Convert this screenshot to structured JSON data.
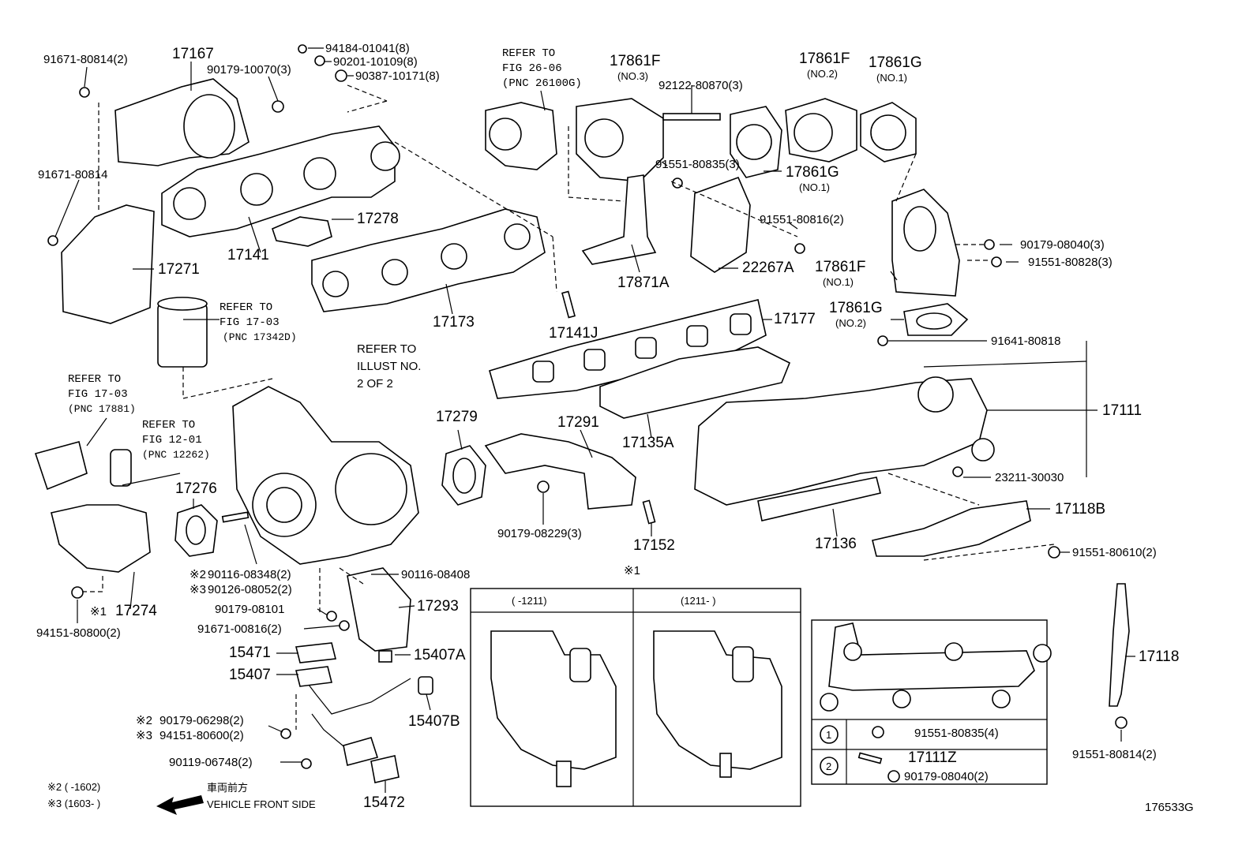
{
  "figure_code": "176533G",
  "part_labels": {
    "p91671_80814_2": "91671-80814(2)",
    "p17167": "17167",
    "p90179_10070_3": "90179-10070(3)",
    "p94184_01041_8": "94184-01041(8)",
    "p90201_10109_8": "90201-10109(8)",
    "p90387_10171_8": "90387-10171(8)",
    "p91671_80814": "91671-80814",
    "p17278": "17278",
    "p17141": "17141",
    "p17271": "17271",
    "p17173": "17173",
    "p17141j": "17141J",
    "p17861f_no3": "17861F",
    "p92122_80870_3": "92122-80870(3)",
    "p17861f_no2": "17861F",
    "p17861g_no1_top": "17861G",
    "p91551_80835_3": "91551-80835(3)",
    "p17861g_no1": "17861G",
    "p91551_80816_2": "91551-80816(2)",
    "p22267a": "22267A",
    "p17871a": "17871A",
    "p90179_08040_3": "90179-08040(3)",
    "p91551_80828_3": "91551-80828(3)",
    "p17861f_no1": "17861F",
    "p17861g_no2": "17861G",
    "p17177": "17177",
    "p91641_80818": "91641-80818",
    "p17111": "17111",
    "p17135a": "17135A",
    "p23211_30030": "23211-30030",
    "p17118b": "17118B",
    "p17136": "17136",
    "p91551_80610_2": "91551-80610(2)",
    "p17279": "17279",
    "p17291": "17291",
    "p90179_08229_3": "90179-08229(3)",
    "p17152": "17152",
    "p17276": "17276",
    "p90116_08348_2": "90116-08348(2)",
    "p90126_08052_2": "90126-08052(2)",
    "p90116_08408": "90116-08408",
    "p90179_08101": "90179-08101",
    "p91671_00816_2": "91671-00816(2)",
    "p17293": "17293",
    "p15471": "15471",
    "p15407a": "15407A",
    "p15407": "15407",
    "p15407b": "15407B",
    "p90179_06298_2": "90179-06298(2)",
    "p94151_80600_2": "94151-80600(2)",
    "p90119_06748_2": "90119-06748(2)",
    "p15472": "15472",
    "p17274": "17274",
    "p94151_80800_2": "94151-80800(2)",
    "p17118": "17118",
    "p91551_80814_2": "91551-80814(2)",
    "p17111z": "17111Z",
    "p91551_80835_4": "91551-80835(4)",
    "p90179_08040_2": "90179-08040(2)"
  },
  "sub_labels": {
    "no3": "(NO.3)",
    "no2": "(NO.2)",
    "no1": "(NO.1)",
    "no1b": "(NO.1)",
    "no1c": "(NO.1)",
    "no2b": "(NO.2)"
  },
  "refer_notes": {
    "fig2606_l1": "REFER TO",
    "fig2606_l2": "FIG 26-06",
    "fig2606_l3": "(PNC 26100G)",
    "fig1703a_l1": "REFER TO",
    "fig1703a_l2": "FIG 17-03",
    "fig1703a_l3": "(PNC 17342D)",
    "fig1703b_l1": "REFER TO",
    "fig1703b_l2": "FIG 17-03",
    "fig1703b_l3": "(PNC 17881)",
    "fig1201_l1": "REFER TO",
    "fig1201_l2": "FIG 12-01",
    "fig1201_l3": "(PNC 12262)",
    "illust_l1": "REFER TO",
    "illust_l2": "ILLUST NO.",
    "illust_l3": "2 OF 2"
  },
  "marks": {
    "m1": "※1",
    "m2": "※2",
    "m3": "※3",
    "m1_inset": "※1"
  },
  "inset": {
    "left_header": "(        -1211)",
    "right_header": "(1211-        )"
  },
  "legend_table": {
    "row1_marker": "1",
    "row2_marker": "2"
  },
  "footnotes": {
    "f2": "※2 (        -1602)",
    "f3": "※3 (1603-        )",
    "front_jp": "車両前方",
    "front_en": "VEHICLE FRONT SIDE"
  }
}
